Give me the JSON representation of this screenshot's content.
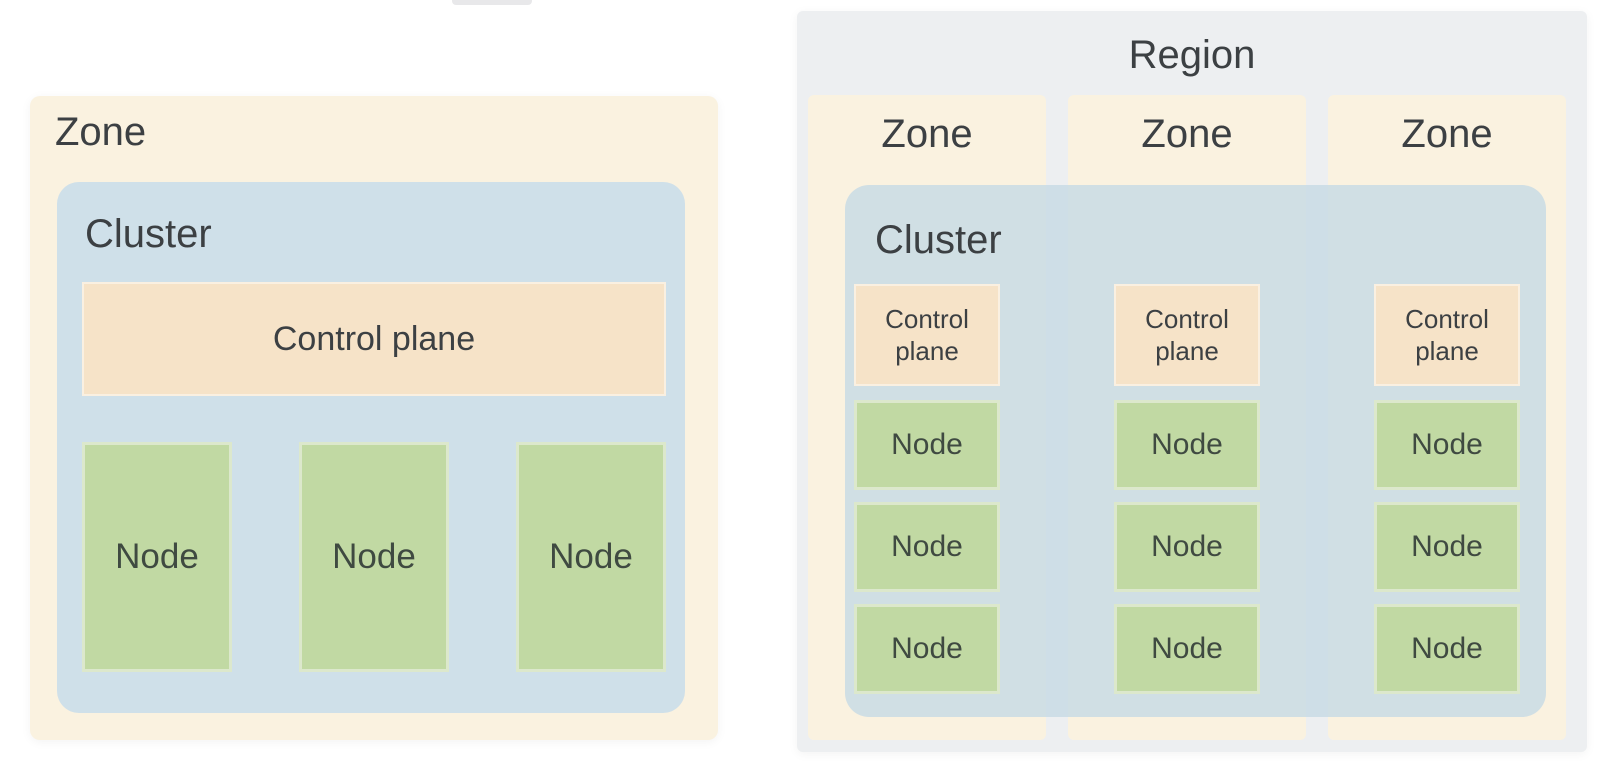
{
  "colors": {
    "zone_bg": "#faf2e0",
    "cluster_bg": "#cfe0e9",
    "cluster_overlay": "rgba(198,217,229,0.8)",
    "control_plane_bg": "#f6e3c8",
    "node_bg": "#c1d9a3",
    "node_border": "#dce8cc",
    "region_bg": "#edeff1",
    "text": "#3c4043",
    "node_text": "#3f4a41"
  },
  "zonal_cluster": {
    "zone_label": "Zone",
    "cluster_label": "Cluster",
    "control_plane_label": "Control plane",
    "nodes": [
      "Node",
      "Node",
      "Node"
    ]
  },
  "regional_cluster": {
    "region_label": "Region",
    "cluster_label": "Cluster",
    "zones": [
      {
        "zone_label": "Zone",
        "control_plane_label": "Control plane",
        "nodes": [
          "Node",
          "Node",
          "Node"
        ]
      },
      {
        "zone_label": "Zone",
        "control_plane_label": "Control plane",
        "nodes": [
          "Node",
          "Node",
          "Node"
        ]
      },
      {
        "zone_label": "Zone",
        "control_plane_label": "Control plane",
        "nodes": [
          "Node",
          "Node",
          "Node"
        ]
      }
    ]
  }
}
